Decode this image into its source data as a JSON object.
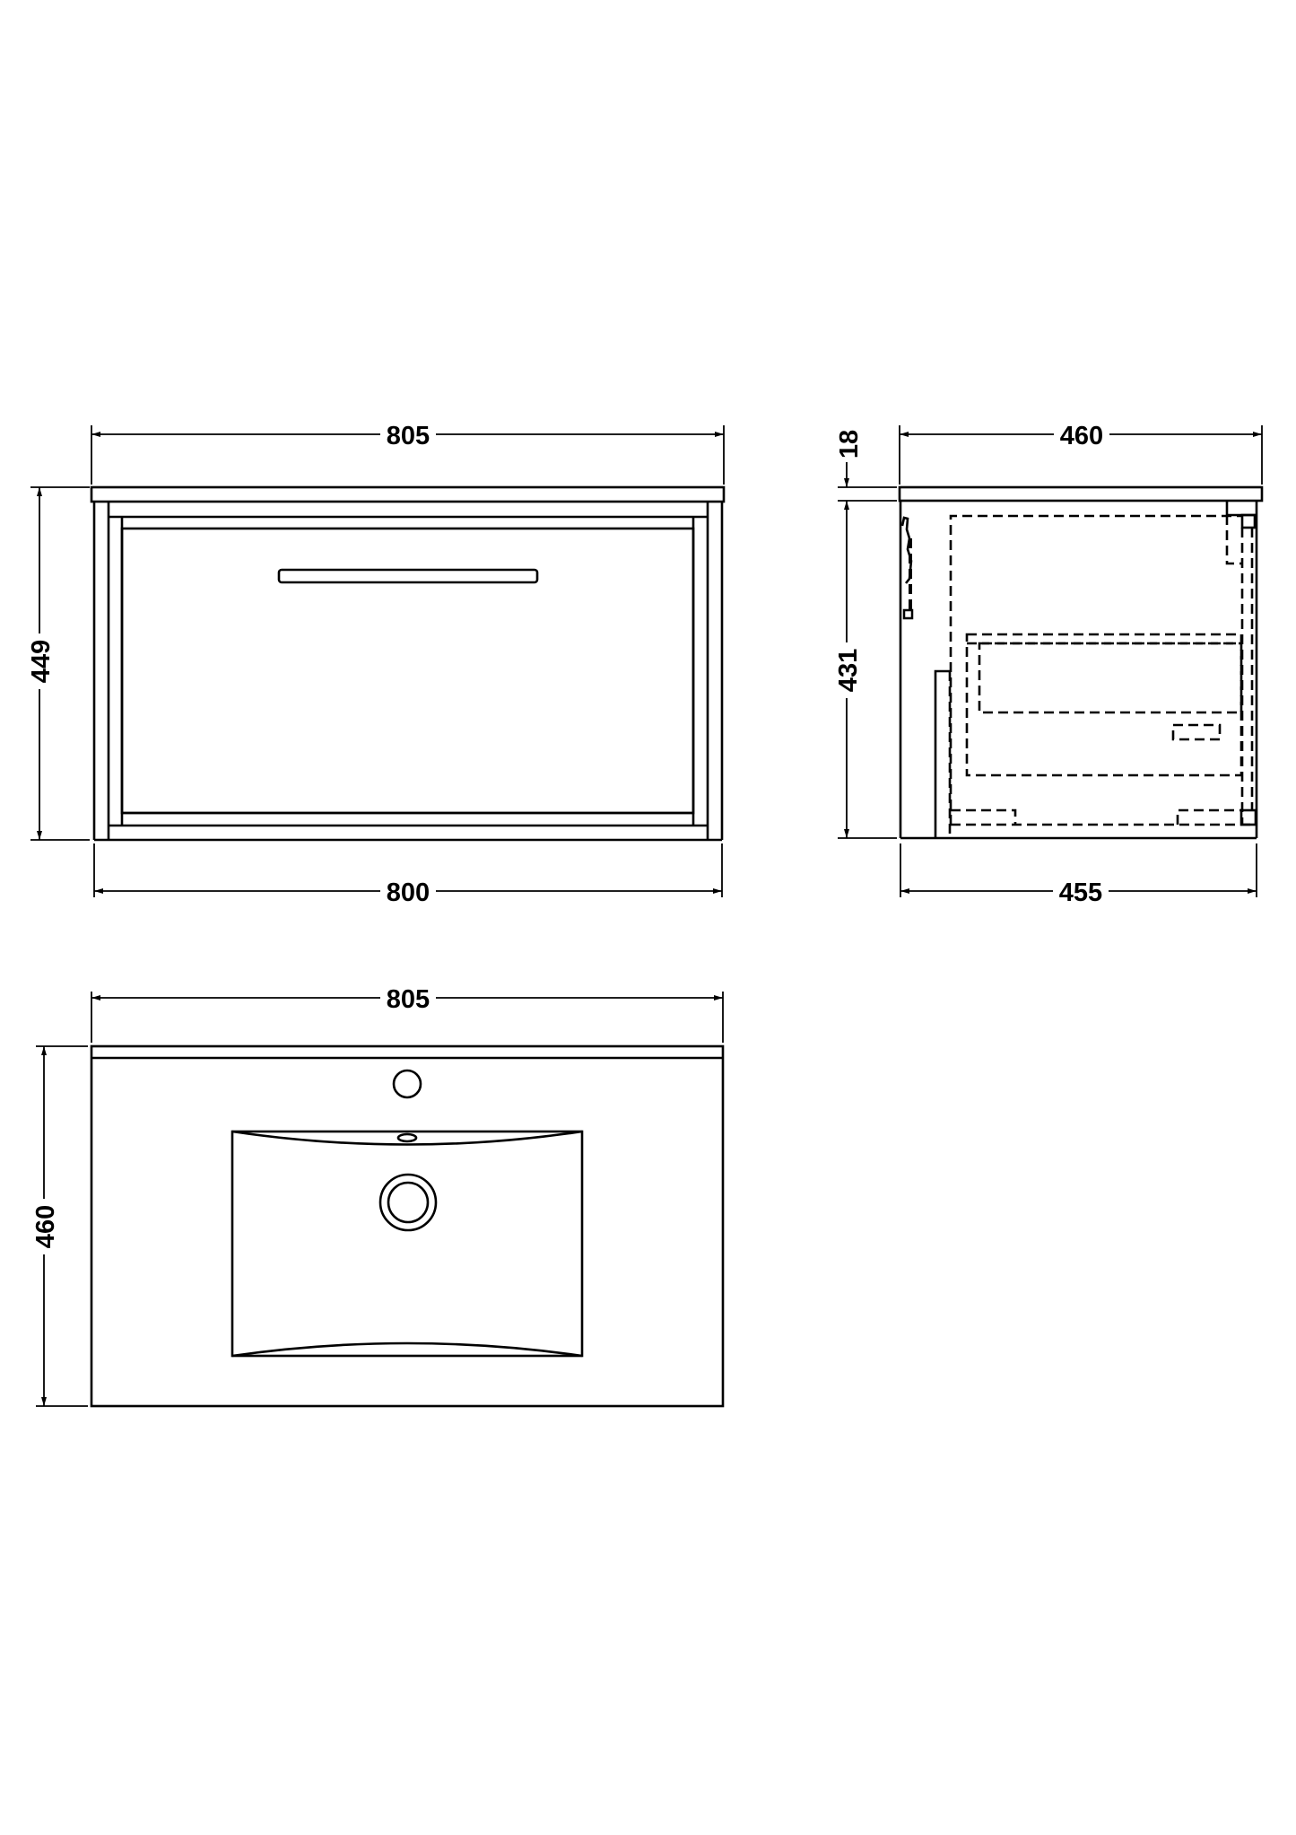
{
  "drawing": {
    "type": "technical-dimension-drawing",
    "subject": "wall-hung vanity unit with single drawer and basin",
    "units_shown": "none",
    "views": [
      {
        "name": "front-elevation",
        "dimensions": {
          "top_width": "805",
          "height": "449",
          "bottom_width": "800"
        }
      },
      {
        "name": "side-elevation",
        "dimensions": {
          "top_depth": "460",
          "worktop_thickness": "18",
          "cabinet_height": "431",
          "bottom_depth": "455"
        }
      },
      {
        "name": "plan-view",
        "dimensions": {
          "width": "805",
          "depth": "460"
        }
      }
    ]
  },
  "front": {
    "w_top": "805",
    "h": "449",
    "w_bottom": "800"
  },
  "side": {
    "d_top": "460",
    "t": "18",
    "h": "431",
    "d_bottom": "455"
  },
  "plan": {
    "w": "805",
    "d": "460"
  }
}
